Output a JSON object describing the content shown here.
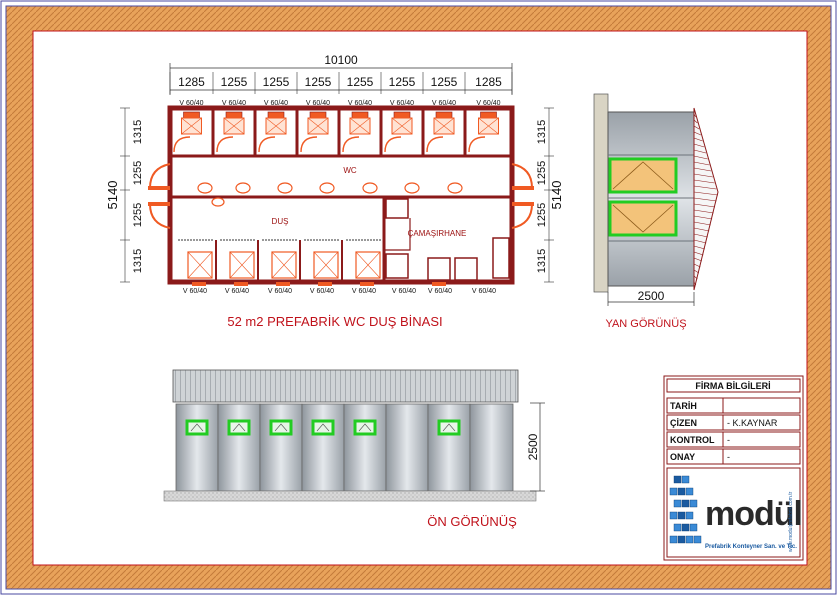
{
  "plan": {
    "total_length": "10100",
    "total_width": "5140",
    "top_module_dims": [
      "1285",
      "1255",
      "1255",
      "1255",
      "1255",
      "1255",
      "1255",
      "1285"
    ],
    "side_dims": [
      "1315",
      "1255",
      "1255",
      "1315"
    ],
    "window_labels_top": [
      "V 60/40",
      "V 60/40",
      "V 60/40",
      "V 60/40",
      "V 60/40",
      "V 60/40",
      "V 60/40",
      "V 60/40"
    ],
    "window_labels_bottom": [
      "V 60/40",
      "V 60/40",
      "V 60/40",
      "V 60/40",
      "V 60/40",
      "V 60/40",
      "V 60/40",
      "V 60/40"
    ],
    "room_wc": "WC",
    "room_shower": "DUŞ",
    "room_laundry": "ÇAMAŞIRHANE",
    "title": "52 m2 PREFABRİK WC DUŞ BİNASI"
  },
  "side_view": {
    "width_dim": "2500",
    "title": "YAN GÖRÜNÜŞ"
  },
  "front_view": {
    "height_dim": "2500",
    "title": "ÖN GÖRÜNÜŞ"
  },
  "title_block": {
    "header": "FİRMA BİLGİLERİ",
    "rows": [
      {
        "label": "TARİH",
        "value": ""
      },
      {
        "label": "ÇİZEN",
        "value": "- K.KAYNAR"
      },
      {
        "label": "KONTROL",
        "value": "-"
      },
      {
        "label": "ONAY",
        "value": "-"
      }
    ]
  },
  "logo": {
    "brand": "modül",
    "tagline": "Prefabrik Konteyner San. ve Tic.",
    "website": "www.modulprefabrik.com.tr"
  },
  "colors": {
    "wall": "#8b1a1a",
    "door": "#f05a23",
    "window": "#22cc22",
    "border": "#e3a05c"
  }
}
